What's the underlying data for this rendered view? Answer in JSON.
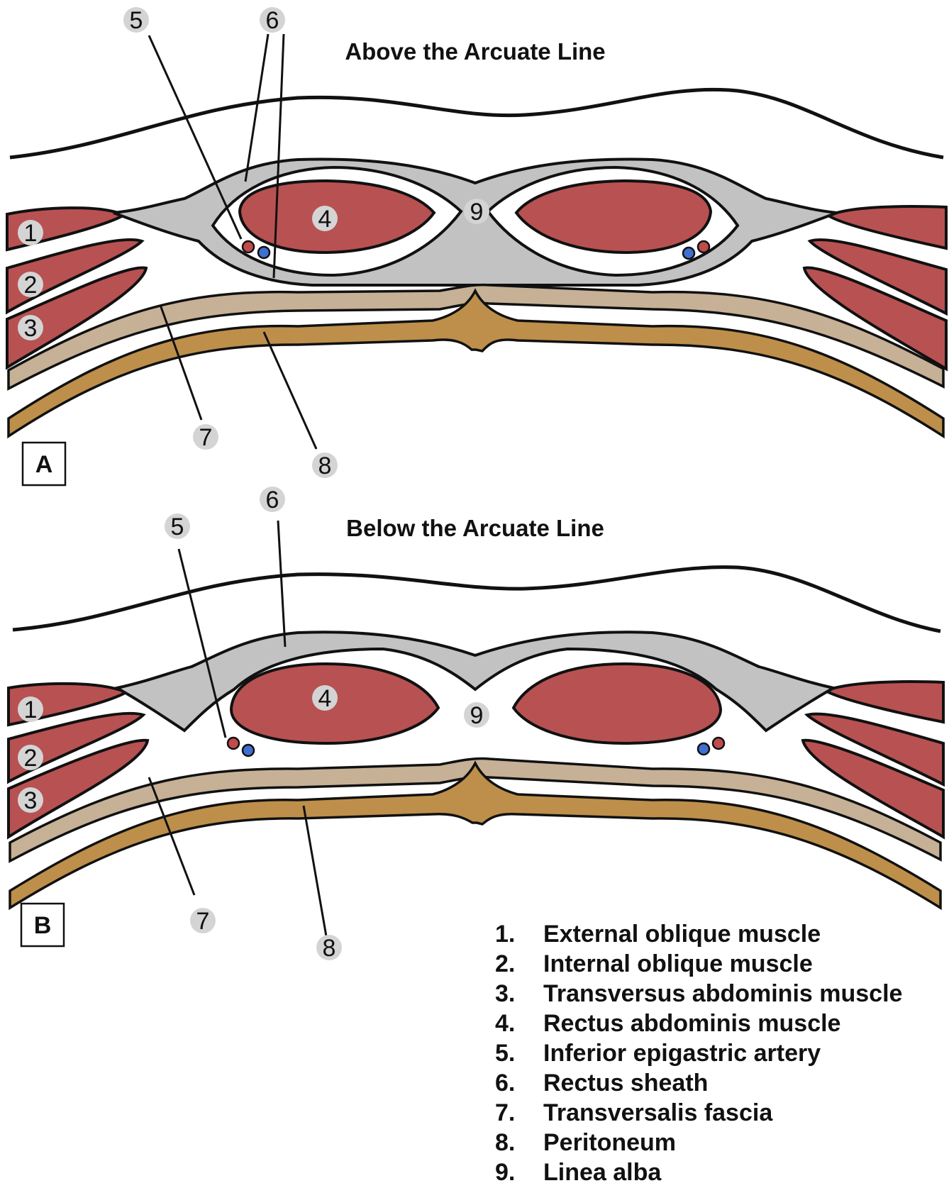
{
  "panel_a": {
    "title": "Above the Arcuate Line",
    "label": "A",
    "markers": [
      "1",
      "2",
      "3",
      "4",
      "5",
      "6",
      "7",
      "8",
      "9"
    ]
  },
  "panel_b": {
    "title": "Below the Arcuate Line",
    "label": "B",
    "markers": [
      "1",
      "2",
      "3",
      "4",
      "5",
      "6",
      "7",
      "8",
      "9"
    ]
  },
  "legend": [
    {
      "num": "1.",
      "text": "External oblique muscle"
    },
    {
      "num": "2.",
      "text": "Internal oblique muscle"
    },
    {
      "num": "3.",
      "text": "Transversus abdominis muscle"
    },
    {
      "num": "4.",
      "text": "Rectus abdominis muscle"
    },
    {
      "num": "5.",
      "text": "Inferior epigastric artery"
    },
    {
      "num": "6.",
      "text": "Rectus sheath"
    },
    {
      "num": "7.",
      "text": "Transversalis fascia"
    },
    {
      "num": "8.",
      "text": "Peritoneum"
    },
    {
      "num": "9.",
      "text": "Linea alba"
    }
  ],
  "colors": {
    "muscle": "#b85152",
    "sheath": "#c2c2c2",
    "fascia": "#c6b196",
    "peritoneum": "#bd8f4a",
    "artery": "#c04b4b",
    "vein": "#3f6fd0",
    "badge": "#d4d4d4"
  }
}
